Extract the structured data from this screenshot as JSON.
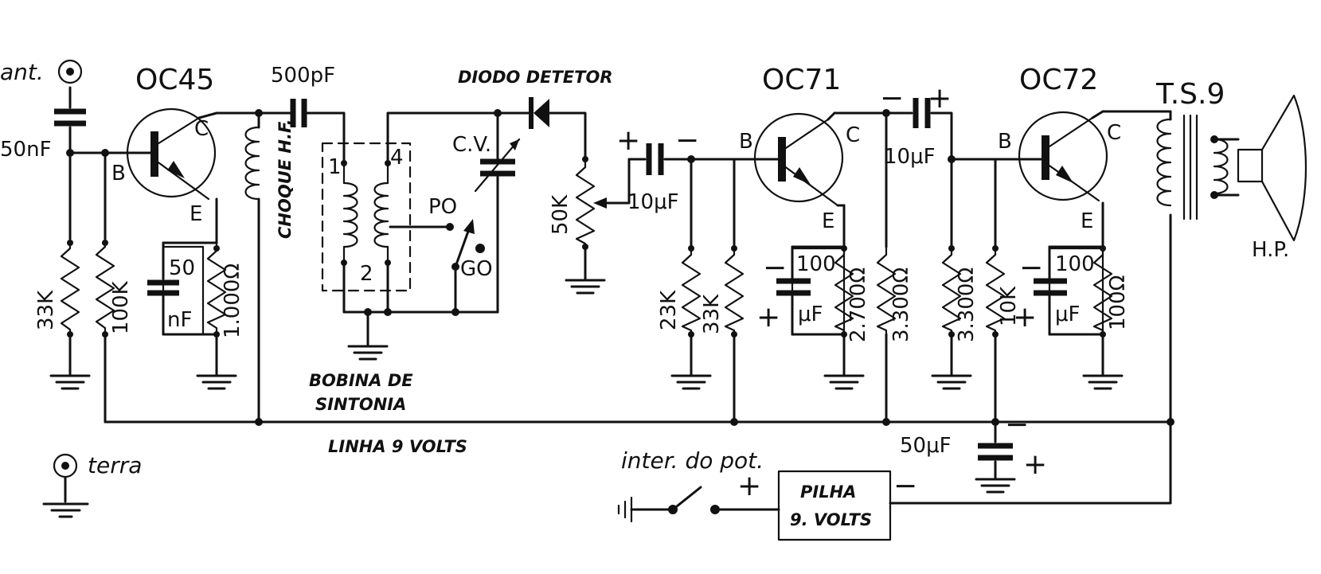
{
  "labels": {
    "ant": "ant.",
    "terra": "terra",
    "c_ant": "50nF",
    "q1": "OC45",
    "q2": "OC71",
    "q3": "OC72",
    "pin_b": "B",
    "pin_c": "C",
    "pin_e": "E",
    "r_33k": "33K",
    "r_100k": "100K",
    "c_50": "50",
    "c_50_unit": "nF",
    "r_1000": "1.000Ω",
    "choke": "CHOQUE H.F.",
    "c_500": "500pF",
    "coil_1": "1",
    "coil_2": "2",
    "coil_4": "4",
    "coil_title_1": "BOBINA DE",
    "coil_title_2": "SINTONIA",
    "cv": "C.V.",
    "diode": "DIODO DETETOR",
    "po": "PO",
    "go": "GO",
    "pot_50k": "50K",
    "c_10_a": "10μF",
    "plus": "+",
    "minus": "−",
    "r_23k": "23K",
    "r_33k_b": "33K",
    "c_100_a": "100",
    "uf": "μF",
    "r_2700": "2.700Ω",
    "r_3300_a": "3.300Ω",
    "c_10_b": "10μF",
    "r_3300_b": "3.300Ω",
    "r_10k": "10K",
    "c_100_b": "100",
    "r_100": "100Ω",
    "ts9": "T.S.9",
    "hp": "H.P.",
    "linha": "LINHA 9 VOLTS",
    "c_50uf": "50μF",
    "switch": "inter. do pot.",
    "battery_1": "PILHA",
    "battery_2": "9. VOLTS"
  }
}
